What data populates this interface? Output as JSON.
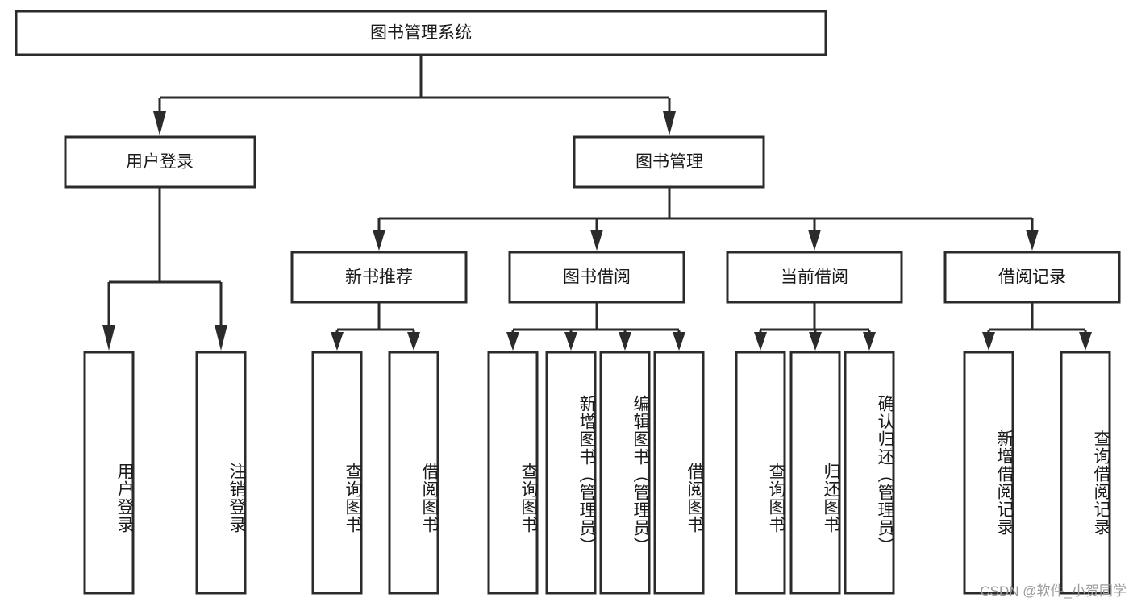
{
  "diagram": {
    "title": "图书管理系统",
    "watermark": "CSDN @软件_小贺同学",
    "colors": {
      "stroke": "#2b2b2b",
      "fill": "#ffffff",
      "text": "#1a1a1a",
      "watermark": "#9a9a9a"
    },
    "root": {
      "label": "图书管理系统"
    },
    "level1": [
      {
        "label": "用户登录"
      },
      {
        "label": "图书管理"
      }
    ],
    "level2": [
      {
        "label": "新书推荐"
      },
      {
        "label": "图书借阅"
      },
      {
        "label": "当前借阅"
      },
      {
        "label": "借阅记录"
      }
    ],
    "leaves": [
      {
        "label": "用户登录",
        "parent": "用户登录"
      },
      {
        "label": "注销登录",
        "parent": "用户登录"
      },
      {
        "label": "查询图书",
        "parent": "新书推荐"
      },
      {
        "label": "借阅图书",
        "parent": "新书推荐"
      },
      {
        "label": "查询图书",
        "parent": "图书借阅"
      },
      {
        "label": "新增图书（管理员）",
        "parent": "图书借阅"
      },
      {
        "label": "编辑图书（管理员）",
        "parent": "图书借阅"
      },
      {
        "label": "借阅图书",
        "parent": "图书借阅"
      },
      {
        "label": "查询图书",
        "parent": "当前借阅"
      },
      {
        "label": "归还图书",
        "parent": "当前借阅"
      },
      {
        "label": "确认归还（管理员）",
        "parent": "当前借阅"
      },
      {
        "label": "新增借阅记录",
        "parent": "借阅记录"
      },
      {
        "label": "查询借阅记录",
        "parent": "借阅记录"
      }
    ]
  }
}
